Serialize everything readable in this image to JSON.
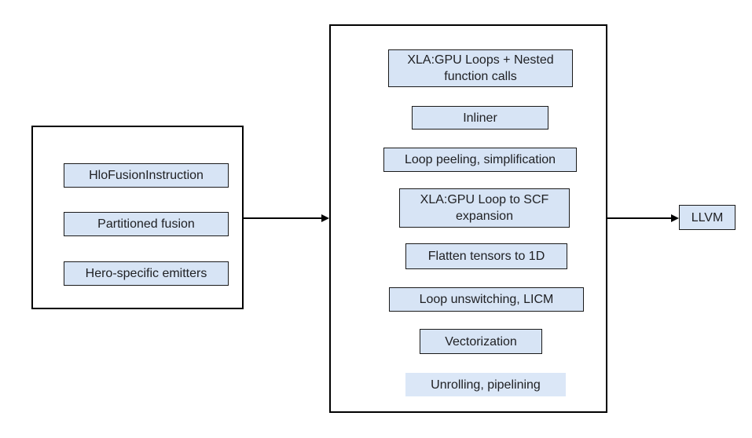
{
  "diagram": {
    "left_group": {
      "nodes": [
        {
          "label": "HloFusionInstruction"
        },
        {
          "label": "Partitioned fusion"
        },
        {
          "label": "Hero-specific emitters"
        }
      ]
    },
    "middle_group": {
      "nodes": [
        {
          "label": "XLA:GPU Loops + Nested function calls"
        },
        {
          "label": "Inliner"
        },
        {
          "label": "Loop peeling, simplification"
        },
        {
          "label": "XLA:GPU Loop to SCF expansion"
        },
        {
          "label": "Flatten tensors to 1D"
        },
        {
          "label": "Loop unswitching, LICM"
        },
        {
          "label": "Vectorization"
        },
        {
          "label": "Unrolling, pipelining"
        }
      ]
    },
    "output_node": {
      "label": "LLVM"
    },
    "colors": {
      "node_fill": "#d7e4f5",
      "node_fill_borderless": "#dbe7f7",
      "node_border": "#1a1a1a",
      "group_border": "#000000",
      "arrow": "#000000",
      "text": "#202124",
      "background": "#ffffff"
    }
  }
}
